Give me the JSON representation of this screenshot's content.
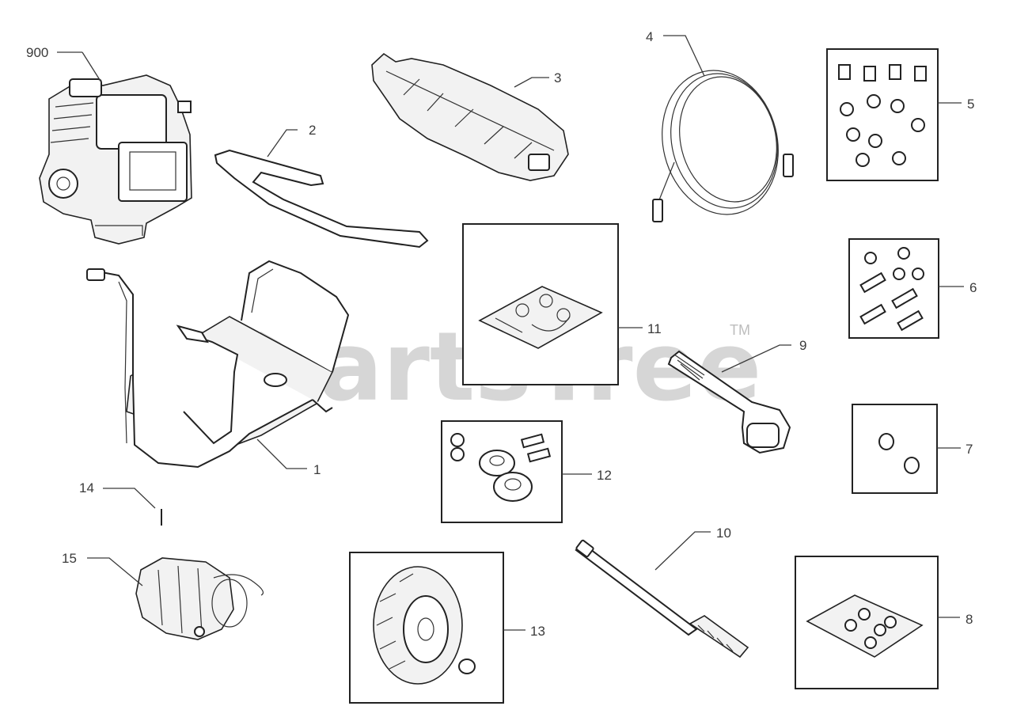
{
  "watermark": {
    "text": "PartsTree",
    "trademark": "TM"
  },
  "callouts": {
    "c900": "900",
    "c1": "1",
    "c2": "2",
    "c3": "3",
    "c4": "4",
    "c5": "5",
    "c6": "6",
    "c7": "7",
    "c8": "8",
    "c9": "9",
    "c10": "10",
    "c11": "11",
    "c12": "12",
    "c13": "13",
    "c14": "14",
    "c15": "15"
  }
}
